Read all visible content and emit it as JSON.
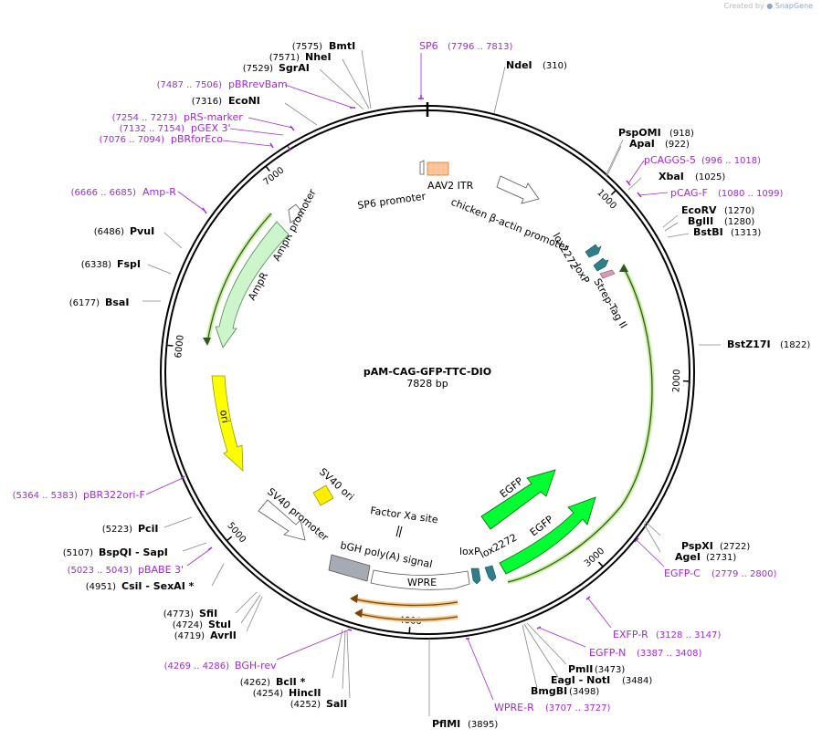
{
  "credit": {
    "prefix": "Created by",
    "brand": "SnapGene"
  },
  "plasmid": {
    "name": "pAM-CAG-GFP-TTC-DIO",
    "length_label": "7828 bp",
    "length_bp": 7828
  },
  "ticks": [
    {
      "pos": 1000,
      "label": "1000"
    },
    {
      "pos": 2000,
      "label": "2000"
    },
    {
      "pos": 3000,
      "label": "3000"
    },
    {
      "pos": 4000,
      "label": "4000"
    },
    {
      "pos": 5000,
      "label": "5000"
    },
    {
      "pos": 6000,
      "label": "6000"
    },
    {
      "pos": 7000,
      "label": "7000"
    }
  ],
  "enzymes": [
    {
      "name": "BmtI",
      "pos_label": "(7575)"
    },
    {
      "name": "NheI",
      "pos_label": "(7571)"
    },
    {
      "name": "SgrAI",
      "pos_label": "(7529)"
    },
    {
      "name": "EcoNI",
      "pos_label": "(7316)"
    },
    {
      "name": "NdeI",
      "pos_label": "(310)"
    },
    {
      "name": "PspOMI",
      "pos_label": "(918)"
    },
    {
      "name": "ApaI",
      "pos_label": "(922)"
    },
    {
      "name": "XbaI",
      "pos_label": "(1025)"
    },
    {
      "name": "EcoRV",
      "pos_label": "(1270)"
    },
    {
      "name": "BglII",
      "pos_label": "(1280)"
    },
    {
      "name": "BstBI",
      "pos_label": "(1313)"
    },
    {
      "name": "BstZ17I",
      "pos_label": "(1822)"
    },
    {
      "name": "PspXI",
      "pos_label": "(2722)"
    },
    {
      "name": "AgeI",
      "pos_label": "(2731)"
    },
    {
      "name": "PmlI",
      "pos_label": "(3473)"
    },
    {
      "name": "EagI  -  NotI",
      "pos_label": "(3484)"
    },
    {
      "name": "BmgBI",
      "pos_label": "(3498)"
    },
    {
      "name": "PflMI",
      "pos_label": "(3895)"
    },
    {
      "name": "SalI",
      "pos_label": "(4252)"
    },
    {
      "name": "HincII",
      "pos_label": "(4254)"
    },
    {
      "name": "BclI *",
      "pos_label": "(4262)"
    },
    {
      "name": "AvrII",
      "pos_label": "(4719)"
    },
    {
      "name": "StuI",
      "pos_label": "(4724)"
    },
    {
      "name": "SfiI",
      "pos_label": "(4773)"
    },
    {
      "name": "CsiI   -  SexAI *",
      "pos_label": "(4951)"
    },
    {
      "name": "BspQI   -  SapI",
      "pos_label": "(5107)"
    },
    {
      "name": "PciI",
      "pos_label": "(5223)"
    },
    {
      "name": "BsaI",
      "pos_label": "(6177)"
    },
    {
      "name": "FspI",
      "pos_label": "(6338)"
    },
    {
      "name": "PvuI",
      "pos_label": "(6486)"
    }
  ],
  "primers": [
    {
      "name": "SP6",
      "range": "(7796 .. 7813)"
    },
    {
      "name": "pBRrevBam",
      "range": "(7487 .. 7506)"
    },
    {
      "name": "pRS-marker",
      "range": "(7254 .. 7273)"
    },
    {
      "name": "pGEX 3'",
      "range": "(7132 .. 7154)"
    },
    {
      "name": "pBRforEco",
      "range": "(7076 .. 7094)"
    },
    {
      "name": "Amp-R",
      "range": "(6666 .. 6685)"
    },
    {
      "name": "pCAGGS-5",
      "range": "(996 .. 1018)"
    },
    {
      "name": "pCAG-F",
      "range": "(1080 .. 1099)"
    },
    {
      "name": "EGFP-C",
      "range": "(2779 .. 2800)"
    },
    {
      "name": "EXFP-R",
      "range": "(3128 .. 3147)"
    },
    {
      "name": "EGFP-N",
      "range": "(3387 .. 3408)"
    },
    {
      "name": "WPRE-R",
      "range": "(3707 .. 3727)"
    },
    {
      "name": "BGH-rev",
      "range": "(4269 .. 4286)"
    },
    {
      "name": "pBABE 3'",
      "range": "(5023 .. 5043)"
    },
    {
      "name": "pBR322ori-F",
      "range": "(5364 .. 5383)"
    }
  ],
  "features": [
    {
      "name": "AAV2 ITR",
      "color": "#ffc499"
    },
    {
      "name": "SP6 promoter",
      "color": "#ffffff"
    },
    {
      "name": "chicken β-actin promoter",
      "color": "#ffffff"
    },
    {
      "name": "lox2272",
      "color": "#2e7f8c"
    },
    {
      "name": "loxP",
      "color": "#2e7f8c"
    },
    {
      "name": "Strep-Tag II",
      "color": "#d79bb3"
    },
    {
      "name": "AmpR promoter",
      "color": "#ffffff"
    },
    {
      "name": "AmpR",
      "color": "#ccf5cc"
    },
    {
      "name": "ori",
      "color": "#ffff00"
    },
    {
      "name": "SV40 ori",
      "color": "#ffee00"
    },
    {
      "name": "SV40 promoter",
      "color": "#ffffff"
    },
    {
      "name": "Factor Xa site",
      "color": "#ffffff"
    },
    {
      "name": "EGFP",
      "color": "#00ff33"
    },
    {
      "name": "EGFP",
      "color": "#00ff33"
    },
    {
      "name": "loxP",
      "color": "#2e7f8c"
    },
    {
      "name": "lox2272",
      "color": "#2e7f8c"
    },
    {
      "name": "bGH poly(A) signal",
      "color": "#a6abb3"
    },
    {
      "name": "WPRE",
      "color": "#ffffff"
    }
  ],
  "colors": {
    "primer": "#a22ad6",
    "orf_outline": "#79c84a",
    "orf_orange": "#f5a64a"
  }
}
